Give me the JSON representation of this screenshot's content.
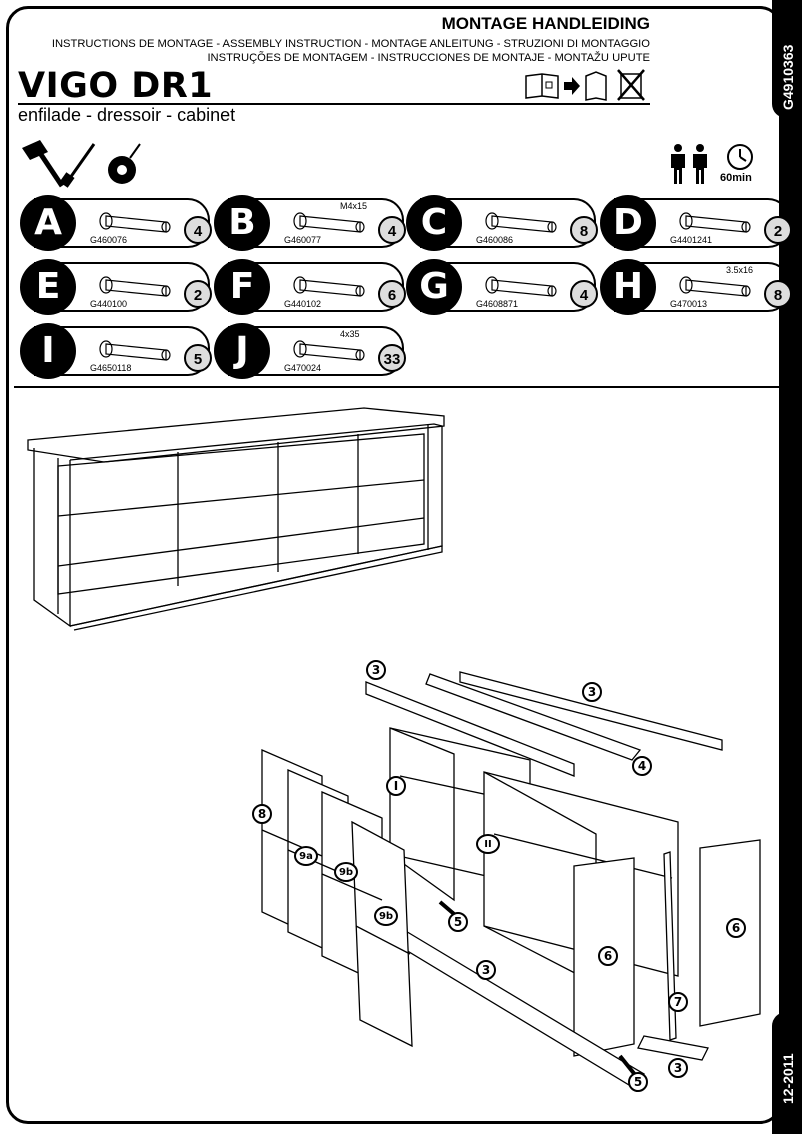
{
  "header": {
    "main_title": "MONTAGE HANDLEIDING",
    "languages_line1": "INSTRUCTIONS DE MONTAGE - ASSEMBLY INSTRUCTION - MONTAGE ANLEITUNG - STRUZIONI DI MONTAGGIO",
    "languages_line2": "INSTRUÇÕES DE MONTAGEM - INSTRUCCIONES DE MONTAJE - MONTAŽU UPUTE"
  },
  "product": {
    "name": "VIGO DR1",
    "subtitle": "enfilade - dressoir - cabinet"
  },
  "side": {
    "code": "G4910363",
    "date": "12-2011"
  },
  "assembly": {
    "time": "60min"
  },
  "parts": [
    {
      "letter": "A",
      "code": "G460076",
      "count": "4",
      "size": ""
    },
    {
      "letter": "B",
      "code": "G460077",
      "count": "4",
      "size": "M4x15"
    },
    {
      "letter": "C",
      "code": "G460086",
      "count": "8",
      "size": ""
    },
    {
      "letter": "D",
      "code": "G4401241",
      "count": "2",
      "size": ""
    },
    {
      "letter": "E",
      "code": "G440100",
      "count": "2",
      "size": ""
    },
    {
      "letter": "F",
      "code": "G440102",
      "count": "6",
      "size": ""
    },
    {
      "letter": "G",
      "code": "G4608871",
      "count": "4",
      "size": ""
    },
    {
      "letter": "H",
      "code": "G470013",
      "count": "8",
      "size": "3.5x16"
    },
    {
      "letter": "I",
      "code": "G4650118",
      "count": "5",
      "size": ""
    },
    {
      "letter": "J",
      "code": "G470024",
      "count": "33",
      "size": "4x35"
    }
  ],
  "exploded_callouts": [
    "3",
    "3",
    "4",
    "I",
    "II",
    "8",
    "9a",
    "9b",
    "9b",
    "5",
    "3",
    "6",
    "6",
    "7",
    "3",
    "5"
  ],
  "icons": [
    "tools-icon",
    "two-persons-icon",
    "clock-icon",
    "manual-arrow-binder-icon",
    "no-cutter-icon"
  ]
}
